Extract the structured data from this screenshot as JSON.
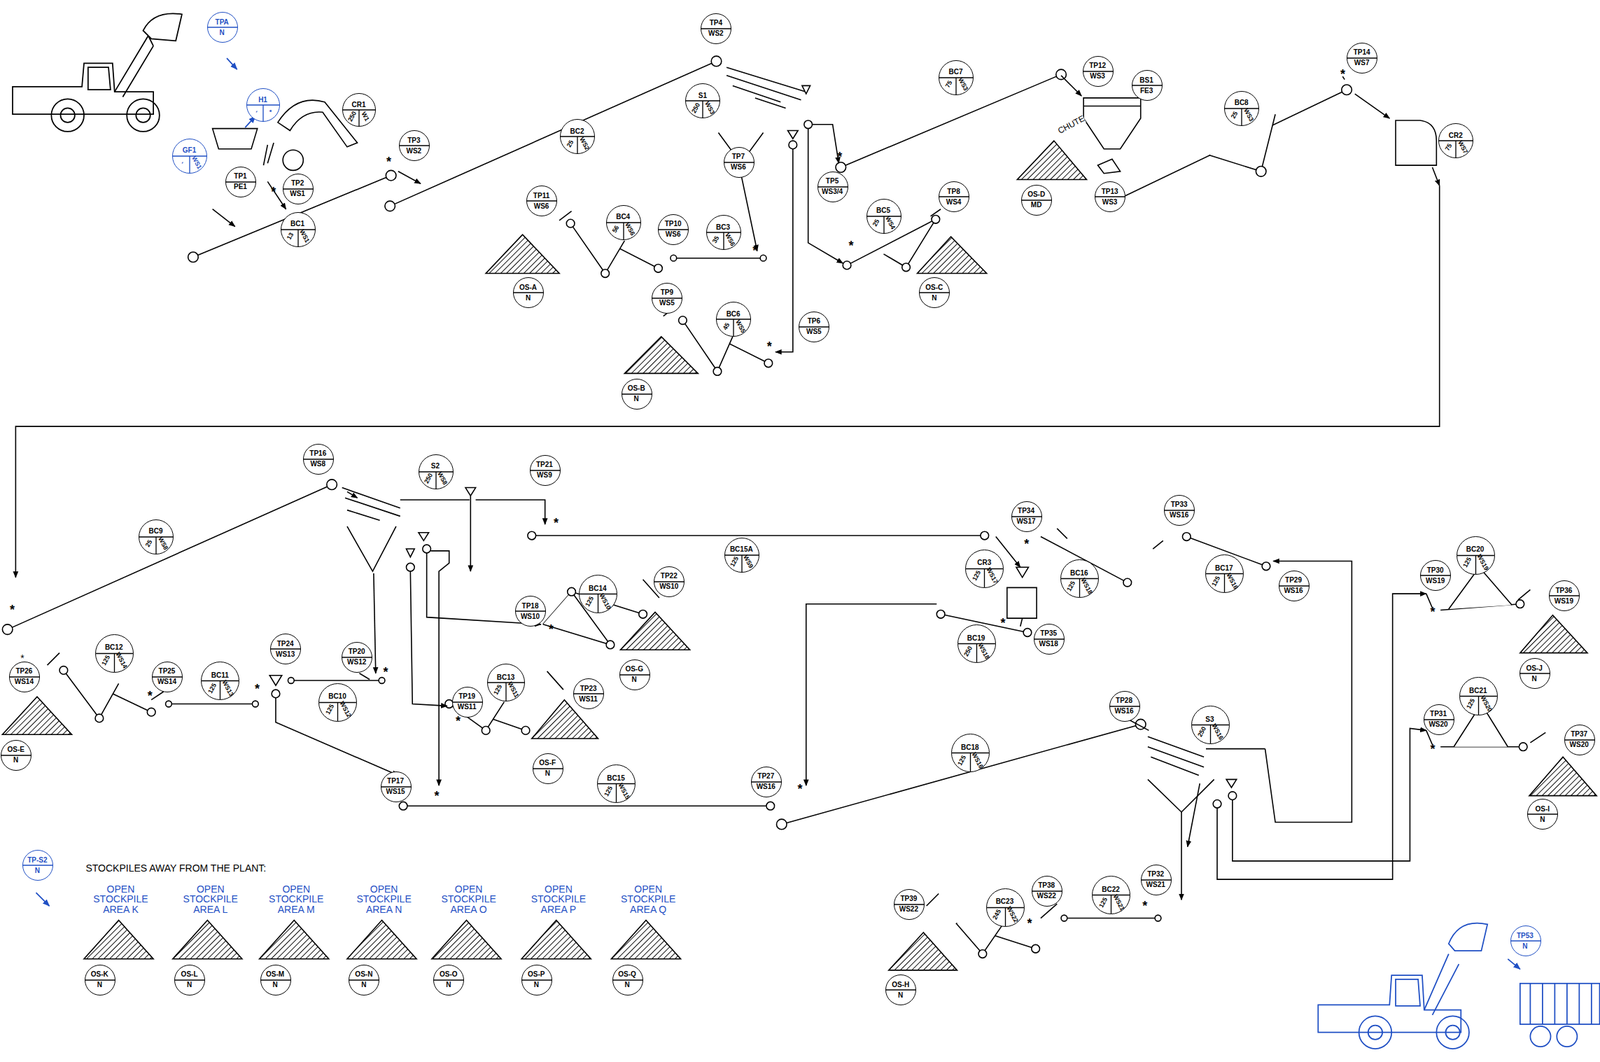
{
  "diagram": {
    "nodes": [
      {
        "text": [
          "TPA",
          "N"
        ]
      },
      {
        "text": [
          "H1",
          "-",
          "*"
        ]
      },
      {
        "text": [
          "GF1",
          "-",
          "WS1"
        ]
      },
      {
        "text": [
          "CR1",
          "250",
          "W1"
        ]
      },
      {
        "text": [
          "TP1",
          "PE1"
        ]
      },
      {
        "text": [
          "TP2",
          "WS1"
        ]
      },
      {
        "text": [
          "BC1",
          "13",
          "WS1"
        ]
      },
      {
        "text": [
          "TP3",
          "WS2"
        ]
      },
      {
        "text": [
          "TP4",
          "WS2"
        ]
      },
      {
        "text": [
          "BC2",
          "25",
          "WS2"
        ]
      },
      {
        "text": [
          "S1",
          "250",
          "WS3"
        ]
      },
      {
        "text": [
          "TP7",
          "WS6"
        ]
      },
      {
        "text": [
          "TP5",
          "WS3/4"
        ]
      },
      {
        "text": [
          "TP11",
          "WS6"
        ]
      },
      {
        "text": [
          "BC4",
          "56",
          "WS6"
        ]
      },
      {
        "text": [
          "TP10",
          "WS6"
        ]
      },
      {
        "text": [
          "BC3",
          "35",
          "WS6"
        ]
      },
      {
        "text": [
          "OS-A",
          "N"
        ]
      },
      {
        "text": [
          "TP9",
          "WS5"
        ]
      },
      {
        "text": [
          "BC6",
          "45",
          "WS5"
        ]
      },
      {
        "text": [
          "TP6",
          "WS5"
        ]
      },
      {
        "text": [
          "OS-B",
          "N"
        ]
      },
      {
        "text": [
          "BC5",
          "25",
          "WS4"
        ]
      },
      {
        "text": [
          "TP8",
          "WS4"
        ]
      },
      {
        "text": [
          "OS-C",
          "N"
        ]
      },
      {
        "text": [
          "BC7",
          "75",
          "WS3"
        ]
      },
      {
        "text": [
          "TP12",
          "WS3"
        ]
      },
      {
        "text": [
          "BS1",
          "FE3"
        ]
      },
      {
        "text": [
          "OS-D",
          "MD"
        ]
      },
      {
        "text": [
          "TP13",
          "WS3"
        ]
      },
      {
        "text": [
          "BC8",
          "25",
          "WS3"
        ]
      },
      {
        "text": [
          "TP14",
          "WS7"
        ]
      },
      {
        "text": [
          "CR2",
          "75",
          "WS7"
        ]
      },
      {
        "text": [
          "TP16",
          "WS8"
        ]
      },
      {
        "text": [
          "S2",
          "250",
          "WS8"
        ]
      },
      {
        "text": [
          "TP21",
          "WS9"
        ]
      },
      {
        "text": [
          "BC9",
          "25",
          "WS8"
        ]
      },
      {
        "text": [
          "BC15A",
          "125",
          "WS9"
        ]
      },
      {
        "text": [
          "TP26",
          "WS14"
        ]
      },
      {
        "text": [
          "BC12",
          "125",
          "WS14"
        ]
      },
      {
        "text": [
          "TP25",
          "WS14"
        ]
      },
      {
        "text": [
          "BC11",
          "125",
          "WS13"
        ]
      },
      {
        "text": [
          "TP24",
          "WS13"
        ]
      },
      {
        "text": [
          "TP20",
          "WS12"
        ]
      },
      {
        "text": [
          "BC10",
          "125",
          "WS12"
        ]
      },
      {
        "text": [
          "OS-E",
          "N"
        ]
      },
      {
        "text": [
          "TP18",
          "WS10"
        ]
      },
      {
        "text": [
          "BC14",
          "125",
          "WS10"
        ]
      },
      {
        "text": [
          "TP22",
          "WS10"
        ]
      },
      {
        "text": [
          "OS-G",
          "N"
        ]
      },
      {
        "text": [
          "TP19",
          "WS11"
        ]
      },
      {
        "text": [
          "BC13",
          "125",
          "WS11"
        ]
      },
      {
        "text": [
          "TP23",
          "WS11"
        ]
      },
      {
        "text": [
          "OS-F",
          "N"
        ]
      },
      {
        "text": [
          "TP17",
          "WS15"
        ]
      },
      {
        "text": [
          "BC15",
          "125",
          "WS15"
        ]
      },
      {
        "text": [
          "TP27",
          "WS16"
        ]
      },
      {
        "text": [
          "TP34",
          "WS17"
        ]
      },
      {
        "text": [
          "CR3",
          "125",
          "WS17"
        ]
      },
      {
        "text": [
          "BC16",
          "125",
          "WS18"
        ]
      },
      {
        "text": [
          "BC19",
          "250",
          "WS18"
        ]
      },
      {
        "text": [
          "TP35",
          "WS18"
        ]
      },
      {
        "text": [
          "TP33",
          "WS16"
        ]
      },
      {
        "text": [
          "BC17",
          "125",
          "WS16"
        ]
      },
      {
        "text": [
          "TP29",
          "WS16"
        ]
      },
      {
        "text": [
          "TP28",
          "WS16"
        ]
      },
      {
        "text": [
          "S3",
          "250",
          "WS16"
        ]
      },
      {
        "text": [
          "BC18",
          "125",
          "WS16"
        ]
      },
      {
        "text": [
          "TP30",
          "WS19"
        ]
      },
      {
        "text": [
          "BC20",
          "125",
          "WS19"
        ]
      },
      {
        "text": [
          "TP36",
          "WS19"
        ]
      },
      {
        "text": [
          "OS-J",
          "N"
        ]
      },
      {
        "text": [
          "TP31",
          "WS20"
        ]
      },
      {
        "text": [
          "BC21",
          "125",
          "WS20"
        ]
      },
      {
        "text": [
          "TP37",
          "WS20"
        ]
      },
      {
        "text": [
          "OS-I",
          "N"
        ]
      },
      {
        "text": [
          "TP32",
          "WS21"
        ]
      },
      {
        "text": [
          "TP38",
          "WS22"
        ]
      },
      {
        "text": [
          "BC22",
          "125",
          "WS21"
        ]
      },
      {
        "text": [
          "BC23",
          "245",
          "WS22"
        ]
      },
      {
        "text": [
          "TP39",
          "WS22"
        ]
      },
      {
        "text": [
          "OS-H",
          "N"
        ]
      },
      {
        "text": [
          "TP-S2",
          "N"
        ]
      },
      {
        "text": [
          "OS-K",
          "N"
        ]
      },
      {
        "text": [
          "OS-L",
          "N"
        ]
      },
      {
        "text": [
          "OS-M",
          "N"
        ]
      },
      {
        "text": [
          "OS-N",
          "N"
        ]
      },
      {
        "text": [
          "OS-O",
          "N"
        ]
      },
      {
        "text": [
          "OS-P",
          "N"
        ]
      },
      {
        "text": [
          "OS-Q",
          "N"
        ]
      },
      {
        "text": [
          "TP53",
          "N"
        ]
      }
    ],
    "labels": [
      "CHUTE",
      "STOCKPILES AWAY FROM THE PLANT:",
      "OPEN STOCKPILE AREA K",
      "OPEN STOCKPILE AREA L",
      "OPEN STOCKPILE AREA M",
      "OPEN STOCKPILE AREA N",
      "OPEN STOCKPILE AREA O",
      "OPEN STOCKPILE AREA P",
      "OPEN STOCKPILE AREA Q",
      "*",
      "*",
      "*",
      "*",
      "*",
      "*",
      "*",
      "*",
      "*",
      "*",
      "*",
      "*",
      "*",
      "*",
      "*",
      "*",
      "*",
      "*",
      "*",
      "*",
      "*",
      "*",
      "*"
    ]
  }
}
